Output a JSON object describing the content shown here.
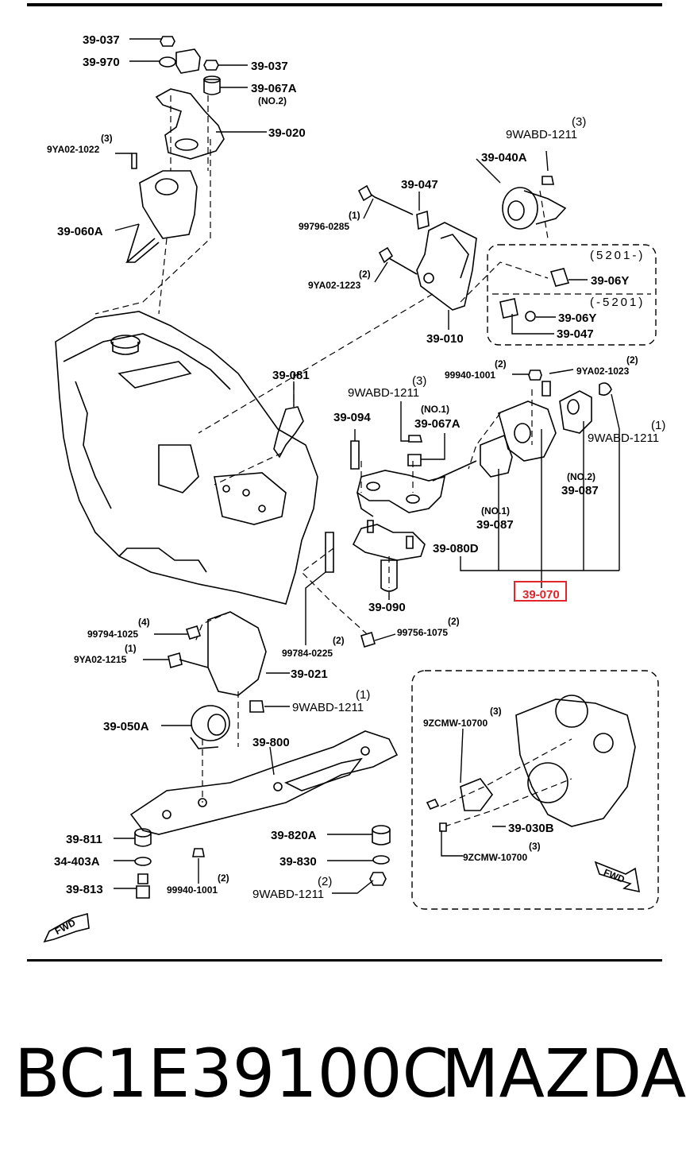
{
  "labels": {
    "p39_037_a": "39-037",
    "p39_970": "39-970",
    "p39_037_b": "39-037",
    "p39_067A_top": "39-067A",
    "no2_top": "(NO.2)",
    "p39_020": "39-020",
    "qty3_a": "(3)",
    "p9YA02_1022": "9YA02-1022",
    "p39_060A": "39-060A",
    "p9WABD_top_qty": "(3)",
    "p9WABD_top": "9WABD-1211",
    "p39_040A": "39-040A",
    "p39_047_top": "39-047",
    "qty1_a": "(1)",
    "p99796_0285": "99796-0285",
    "qty2_a": "(2)",
    "p9YA02_1223": "9YA02-1223",
    "p39_010": "39-010",
    "range_a": "(5201-)",
    "range_b": "(-5201)",
    "p39_06Y_a": "39-06Y",
    "p39_06Y_b": "39-06Y",
    "p39_047_box": "39-047",
    "p39_081": "39-081",
    "qty3_b": "(3)",
    "p9WABD_mid": "9WABD-1211",
    "qty2_b": "(2)",
    "p99940_1001_top": "99940-1001",
    "qty2_c": "(2)",
    "p9YA02_1023": "9YA02-1023",
    "qty1_b": "(1)",
    "p9WABD_right": "9WABD-1211",
    "p39_094": "39-094",
    "no1_a": "(NO.1)",
    "p39_067A_mid": "39-067A",
    "no2_b": "(NO.2)",
    "p39_087_no2": "39-087",
    "no1_b": "(NO.1)",
    "p39_087_no1": "39-087",
    "p39_080D": "39-080D",
    "p39_070": "39-070",
    "p39_090": "39-090",
    "qty4": "(4)",
    "p99794_1025": "99794-1025",
    "qty1_c": "(1)",
    "p9YA02_1215": "9YA02-1215",
    "qty2_d": "(2)",
    "p99756_1075": "99756-1075",
    "qty2_e": "(2)",
    "p99784_0225": "99784-0225",
    "p39_021": "39-021",
    "qty1_d": "(1)",
    "p9WABD_lower": "9WABD-1211",
    "p39_050A": "39-050A",
    "p39_800": "39-800",
    "qty3_c": "(3)",
    "p9ZCMW_10700_a": "9ZCMW-10700",
    "p39_030B": "39-030B",
    "qty3_d": "(3)",
    "p9ZCMW_10700_b": "9ZCMW-10700",
    "p39_811": "39-811",
    "p34_403A": "34-403A",
    "p39_813": "39-813",
    "qty2_f": "(2)",
    "p99940_1001_bot": "99940-1001",
    "p39_820A": "39-820A",
    "p39_830": "39-830",
    "qty2_g": "(2)",
    "p9WABD_bot": "9WABD-1211",
    "fwd_a": "FWD",
    "fwd_b": "FWD"
  },
  "highlight": {
    "part": "39-070",
    "color": "#e0262b"
  },
  "caption": {
    "part_number": "BC1E39100C",
    "brand": "MAZDA"
  }
}
